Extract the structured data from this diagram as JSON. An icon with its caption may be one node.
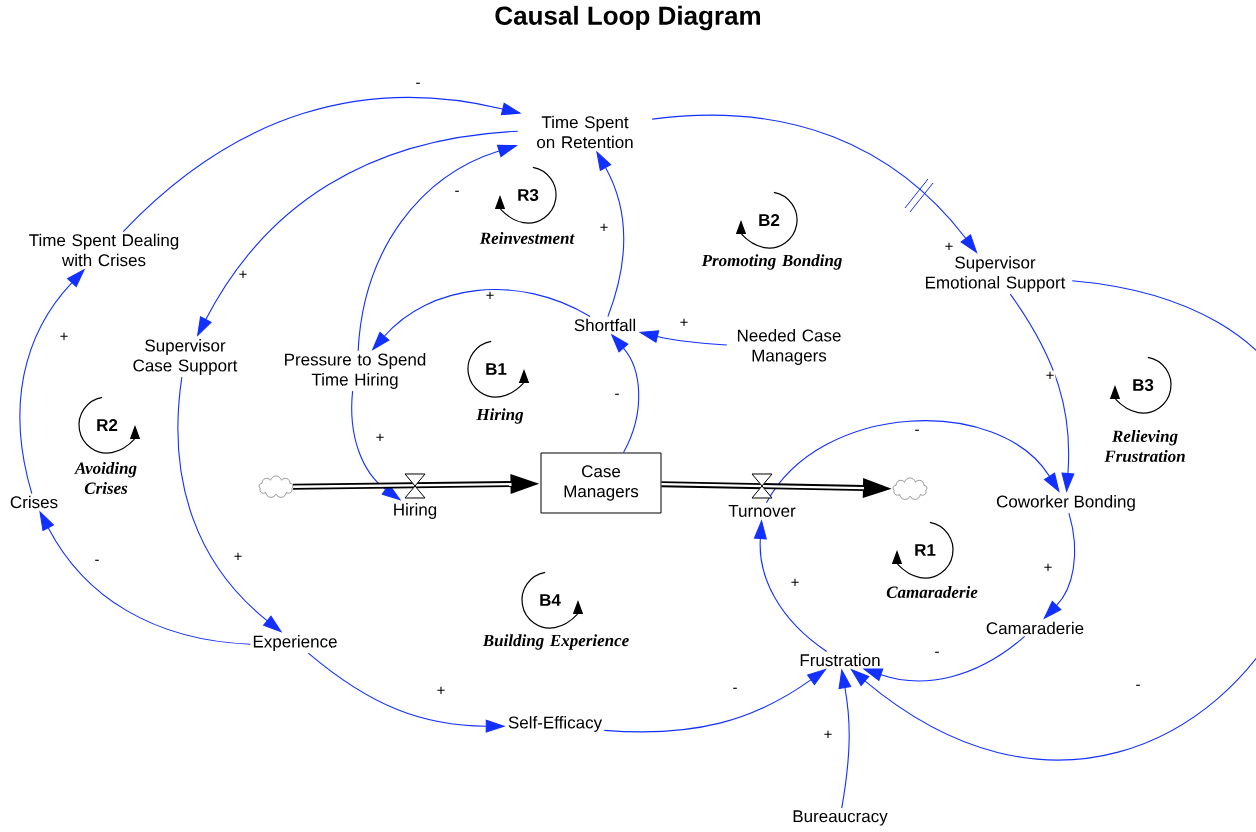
{
  "diagram": {
    "title": "Causal Loop Diagram",
    "nodes": [
      {
        "text": [
          "Time Spent on Retention"
        ]
      },
      {
        "text": [
          "Time Spent Dealing with Crises"
        ]
      },
      {
        "text": [
          "Supervisor Case Support"
        ]
      },
      {
        "text": [
          "Pressure to Spend Time Hiring"
        ]
      },
      {
        "text": [
          "Shortfall"
        ]
      },
      {
        "text": [
          "Needed Case Managers"
        ]
      },
      {
        "text": [
          "Supervisor Emotional Support"
        ]
      },
      {
        "text": [
          "Crises"
        ]
      },
      {
        "text": [
          "Case Managers"
        ]
      },
      {
        "text": [
          "Hiring"
        ]
      },
      {
        "text": [
          "Turnover"
        ]
      },
      {
        "text": [],
        "shape": "cloud"
      },
      {
        "text": [],
        "shape": "cloud"
      },
      {
        "text": [
          "Coworker Bonding"
        ]
      },
      {
        "text": [
          "Experience"
        ]
      },
      {
        "text": [
          "Camaraderie"
        ]
      },
      {
        "text": [
          "Frustration"
        ]
      },
      {
        "text": [
          "Self-Efficacy"
        ]
      },
      {
        "text": [
          "Bureaucracy"
        ]
      },
      {
        "text": [
          "R3",
          "Reinvestment"
        ]
      },
      {
        "text": [
          "B2",
          "Promoting Bonding"
        ]
      },
      {
        "text": [
          "B1",
          "Hiring"
        ]
      },
      {
        "text": [
          "R2",
          "Avoiding Crises"
        ]
      },
      {
        "text": [
          "B3",
          "Relieving Frustration"
        ]
      },
      {
        "text": [
          "R1",
          "Camaraderie"
        ]
      },
      {
        "text": [
          "B4",
          "Building Experience"
        ]
      }
    ],
    "edges": [
      {
        "from": 1,
        "to": 0,
        "arrow": "to",
        "label": "-"
      },
      {
        "from": 0,
        "to": 2,
        "arrow": "to",
        "label": "+"
      },
      {
        "from": 3,
        "to": 0,
        "arrow": "to",
        "label": "-"
      },
      {
        "from": 4,
        "to": 0,
        "arrow": "to",
        "label": "+"
      },
      {
        "from": 4,
        "to": 3,
        "arrow": "to",
        "label": "+"
      },
      {
        "from": 5,
        "to": 4,
        "arrow": "to",
        "label": "+"
      },
      {
        "from": 8,
        "to": 4,
        "arrow": "to",
        "label": "-"
      },
      {
        "from": 0,
        "to": 6,
        "arrow": "to",
        "label": "+"
      },
      {
        "from": 3,
        "to": 9,
        "arrow": "to",
        "label": "+"
      },
      {
        "from": 7,
        "to": 1,
        "arrow": "to",
        "label": "+"
      },
      {
        "from": 2,
        "to": 14,
        "arrow": "to",
        "label": "+"
      },
      {
        "from": 14,
        "to": 7,
        "arrow": "to",
        "label": "-"
      },
      {
        "from": 14,
        "to": 17,
        "arrow": "to",
        "label": "+"
      },
      {
        "from": 17,
        "to": 16,
        "arrow": "to",
        "label": "-"
      },
      {
        "from": 10,
        "to": 13,
        "arrow": "to",
        "label": "-"
      },
      {
        "from": 6,
        "to": 13,
        "arrow": "to",
        "label": "+"
      },
      {
        "from": 13,
        "to": 15,
        "arrow": "to",
        "label": "+"
      },
      {
        "from": 15,
        "to": 16,
        "arrow": "to",
        "label": "-"
      },
      {
        "from": 6,
        "to": 16,
        "arrow": "to",
        "label": "-"
      },
      {
        "from": 16,
        "to": 10,
        "arrow": "to",
        "label": "+"
      },
      {
        "from": 18,
        "to": 16,
        "arrow": "to",
        "label": "+"
      },
      {
        "from": 11,
        "to": 8,
        "arrow": "to",
        "style": "thick",
        "color": "#000000"
      },
      {
        "from": 8,
        "to": 12,
        "arrow": "to",
        "style": "thick",
        "color": "#000000"
      }
    ]
  }
}
